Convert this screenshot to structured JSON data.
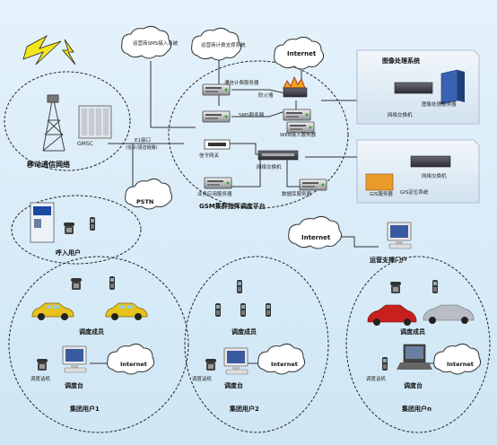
{
  "labels": {
    "mobile_network": "移动通信网络",
    "gmsc": "GMSC",
    "e1_link": "E1接口",
    "e1_link_sub": "(信令/语音链路)",
    "pstn": "PSTN",
    "internet_top": "Internet",
    "cloud_sms_gw": "运营商SMS接入系统",
    "cloud_location": "运营商计费支撑系统",
    "server_vote": "通信计费服务器",
    "firewall": "防火墙",
    "server_sms": "SMS服务器",
    "server_web": "WEB接入服务器",
    "signal_gw": "信令网关",
    "net_switch": "网络交换机",
    "server_business": "业务应用服务器",
    "server_db": "数据库服务器",
    "platform": "GSM集群指挥调度平台",
    "map_system_title": "图像处理系统",
    "map_switch": "网络交换机",
    "map_server": "图像处理服务器",
    "gis_server": "GIS服务器",
    "gis_switch": "网络交换机",
    "gis_system": "GIS定位系统",
    "caller": "呼入用户",
    "internet_mid": "Internet",
    "portal": "运营支撑门户",
    "dispatch_member": "调度成员",
    "dispatch_desk": "调度台",
    "dispatch_phone": "调度话机",
    "internet_group": "Internet",
    "group1": "集团用户1",
    "group2": "集团用户2",
    "groupn": "集团用户n"
  },
  "colors": {
    "line": "#333333",
    "server_body": "#5a5a62",
    "taxi": "#e6c21a",
    "red_car": "#c8201c",
    "silver_car": "#b8bcc4",
    "gis_box": "#e89a2a",
    "lightning": "#f4e61c"
  },
  "icons": [
    "antenna-tower-icon",
    "gmsc-cabinet-icon",
    "server-icon",
    "firewall-icon",
    "switch-icon",
    "phone-icon",
    "mobile-phone-icon",
    "car-icon",
    "computer-icon",
    "cloud-icon",
    "kiosk-icon",
    "lightning-icon"
  ]
}
